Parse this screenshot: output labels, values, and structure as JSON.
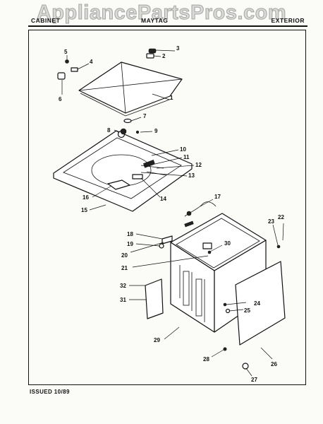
{
  "watermark": "AppliancePartsPros.com",
  "header": {
    "left": "CABINET",
    "middle": "MAYTAG",
    "right": "EXTERIOR"
  },
  "footer": {
    "issued": "ISSUED 10/89"
  },
  "callouts": [
    "1",
    "2",
    "3",
    "4",
    "5",
    "6",
    "7",
    "8",
    "9",
    "10",
    "11",
    "12",
    "13",
    "14",
    "15",
    "16",
    "17",
    "18",
    "19",
    "20",
    "21",
    "22",
    "23",
    "24",
    "25",
    "26",
    "27",
    "28",
    "29",
    "30",
    "31",
    "32"
  ]
}
